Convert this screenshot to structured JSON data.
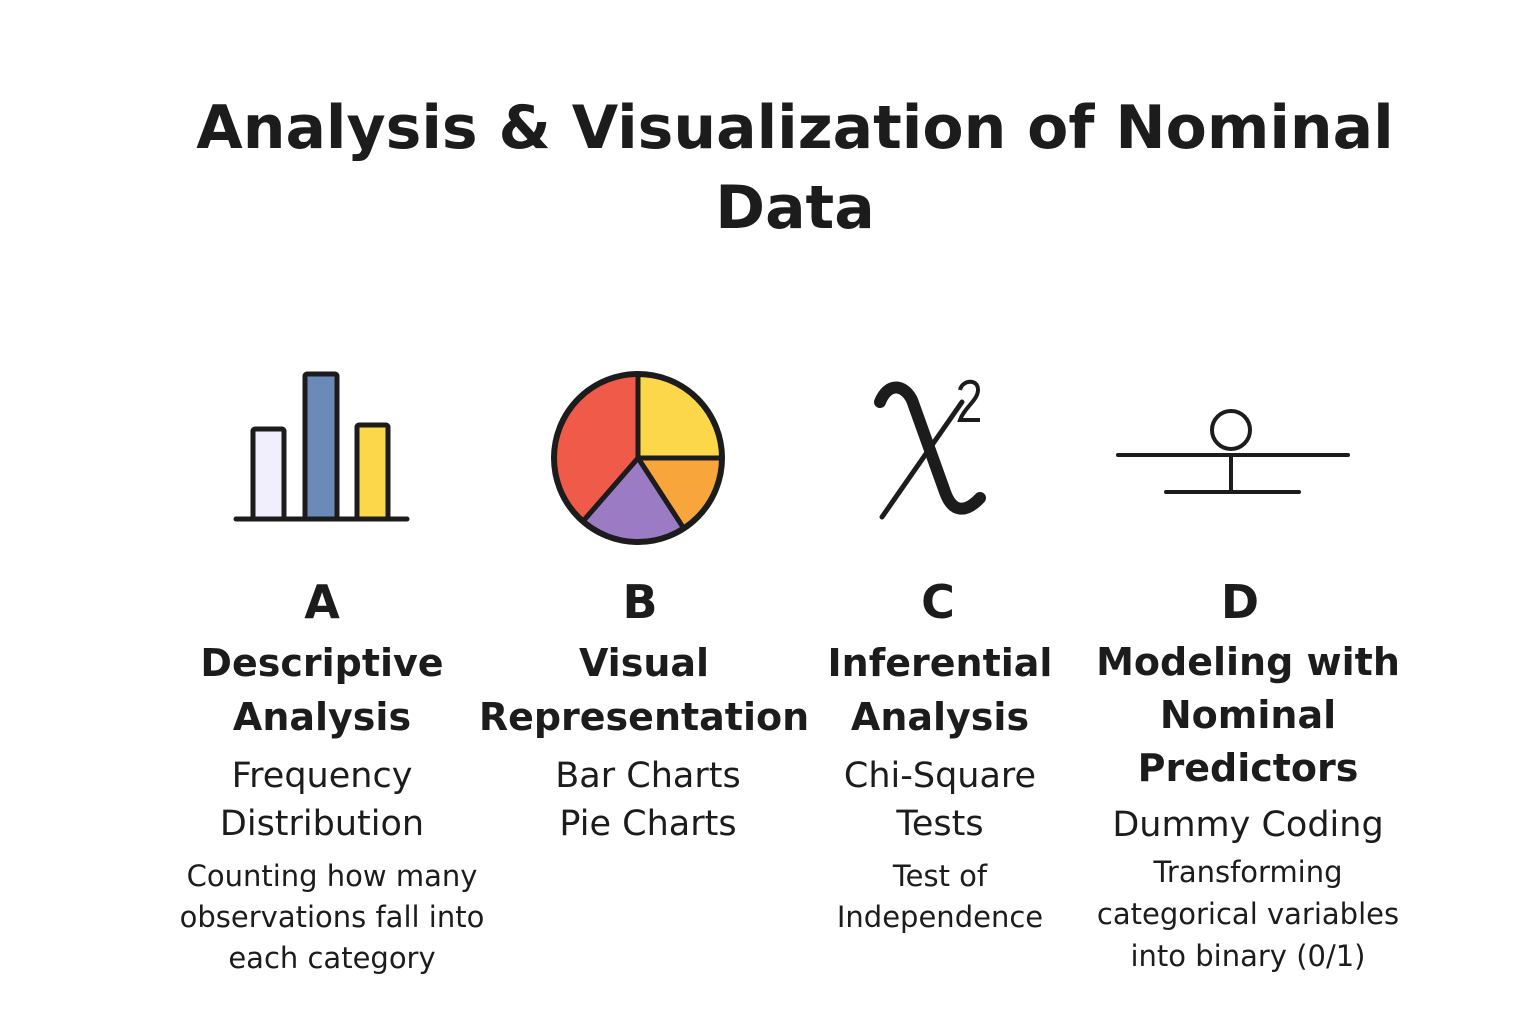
{
  "title": "Analysis & Visualization of Nominal\nData",
  "colors": {
    "bar1": "#f1effb",
    "bar2": "#6b8ab8",
    "bar3": "#fdd74a",
    "pie_red": "#f05a48",
    "pie_yellow": "#fdd74a",
    "pie_orange": "#f8a63c",
    "pie_purple": "#9a7bc4"
  },
  "columns": [
    {
      "icon": "bar-chart-icon",
      "letter": "A",
      "heading": "Descriptive\nAnalysis",
      "subtitle": "Frequency\nDistribution",
      "description": "Counting how many\nobservations fall into\neach category"
    },
    {
      "icon": "pie-chart-icon",
      "letter": "B",
      "heading": "Visual\nRepresentation",
      "subtitle": "Bar Charts\nPie Charts",
      "description": ""
    },
    {
      "icon": "chi-square-icon",
      "letter": "C",
      "heading": "Inferential\nAnalysis",
      "subtitle": "Chi-Square\nTests",
      "description": "Test of\nIndependence"
    },
    {
      "icon": "balance-icon",
      "letter": "D",
      "heading": "Modeling with\nNominal\nPredictors",
      "subtitle": "Dummy Coding",
      "description": "Transforming\ncategorical variables\ninto binary (0/1)"
    }
  ]
}
